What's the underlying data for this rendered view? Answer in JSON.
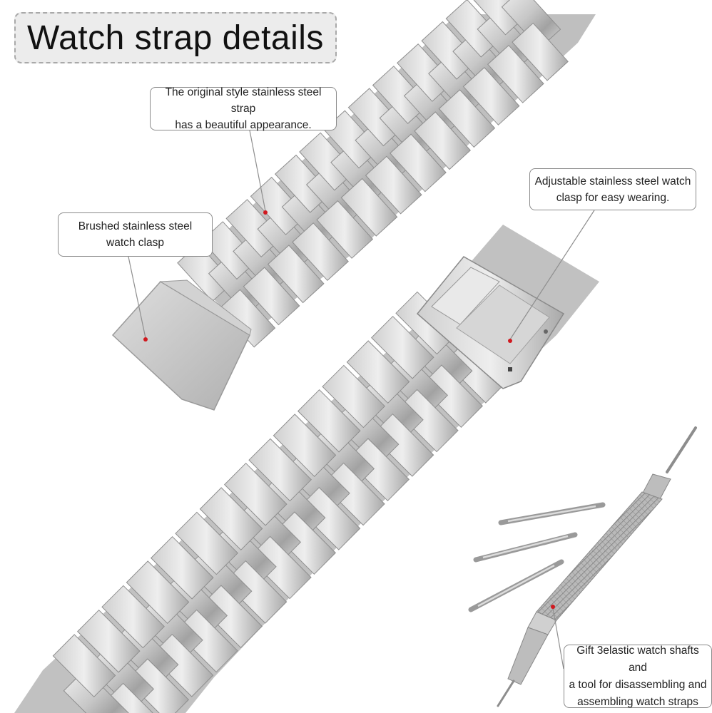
{
  "title": "Watch strap details",
  "callouts": {
    "original_style": {
      "line1": "The original style stainless steel strap",
      "line2": "has a beautiful appearance."
    },
    "brushed_clasp": {
      "line1": "Brushed stainless steel",
      "line2": "watch clasp"
    },
    "adjustable_clasp": {
      "line1": "Adjustable stainless steel watch",
      "line2": "clasp for easy wearing."
    },
    "gift": {
      "line1": "Gift 3elastic watch shafts and",
      "line2": "a tool for disassembling and",
      "line3": "assembling watch straps"
    }
  },
  "colors": {
    "steel_light": "#e2e2e2",
    "steel_mid": "#bdbdbd",
    "steel_dark": "#8c8c8c",
    "marker_dot": "#d0191f",
    "title_bg": "#ececec"
  },
  "icons": [
    "watch-strap-image",
    "spring-bar-tool-image",
    "spring-bar-pin-image"
  ]
}
